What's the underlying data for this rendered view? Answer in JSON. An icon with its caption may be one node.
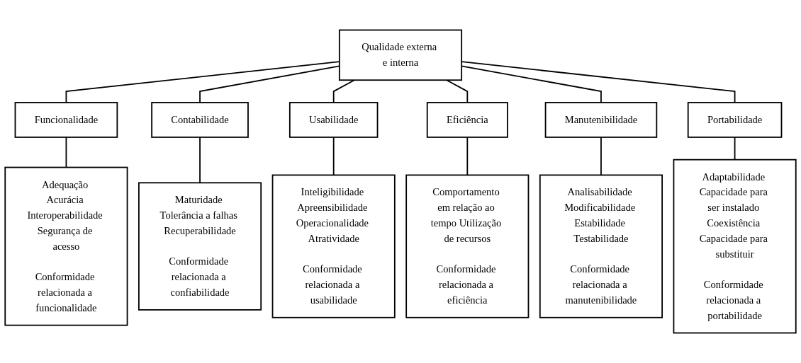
{
  "diagram": {
    "nodes": [
      {
        "text": [
          "Qualidade externa e interna"
        ]
      },
      {
        "text": [
          "Funcionalidade"
        ]
      },
      {
        "text": [
          "Contabilidade"
        ]
      },
      {
        "text": [
          "Usabilidade"
        ]
      },
      {
        "text": [
          "Eficiência"
        ]
      },
      {
        "text": [
          "Manutenibilidade"
        ]
      },
      {
        "text": [
          "Portabilidade"
        ]
      },
      {
        "text": [
          "Adequação Acurácia Interoperabilidade Segurança de acesso",
          "Conformidade relacionada a funcionalidade"
        ]
      },
      {
        "text": [
          "Maturidade Tolerância a falhas Recuperabilidade",
          "Conformidade relacionada a confiabilidade"
        ]
      },
      {
        "text": [
          "Inteligibilidade Apreensibilidade Operacionalidade Atratividade",
          "Conformidade relacionada a usabilidade"
        ]
      },
      {
        "text": [
          "Comportamento em relação ao tempo Utilização de recursos",
          "Conformidade relacionada a eficiência"
        ]
      },
      {
        "text": [
          "Analisabilidade Modificabilidade Estabilidade Testabilidade",
          "Conformidade relacionada a manutenibilidade"
        ]
      },
      {
        "text": [
          "Adaptabilidade Capacidade para ser instalado Coexistência Capacidade para substituir",
          "Conformidade relacionada a portabilidade"
        ]
      }
    ],
    "edges": [
      {
        "from": 0,
        "to": 1,
        "arrow": "none"
      },
      {
        "from": 0,
        "to": 2,
        "arrow": "none"
      },
      {
        "from": 0,
        "to": 3,
        "arrow": "none"
      },
      {
        "from": 0,
        "to": 4,
        "arrow": "none"
      },
      {
        "from": 0,
        "to": 5,
        "arrow": "none"
      },
      {
        "from": 0,
        "to": 6,
        "arrow": "none"
      },
      {
        "from": 1,
        "to": 7,
        "arrow": "none"
      },
      {
        "from": 2,
        "to": 8,
        "arrow": "none"
      },
      {
        "from": 3,
        "to": 9,
        "arrow": "none"
      },
      {
        "from": 4,
        "to": 10,
        "arrow": "none"
      },
      {
        "from": 5,
        "to": 11,
        "arrow": "none"
      },
      {
        "from": 6,
        "to": 12,
        "arrow": "none"
      }
    ]
  }
}
